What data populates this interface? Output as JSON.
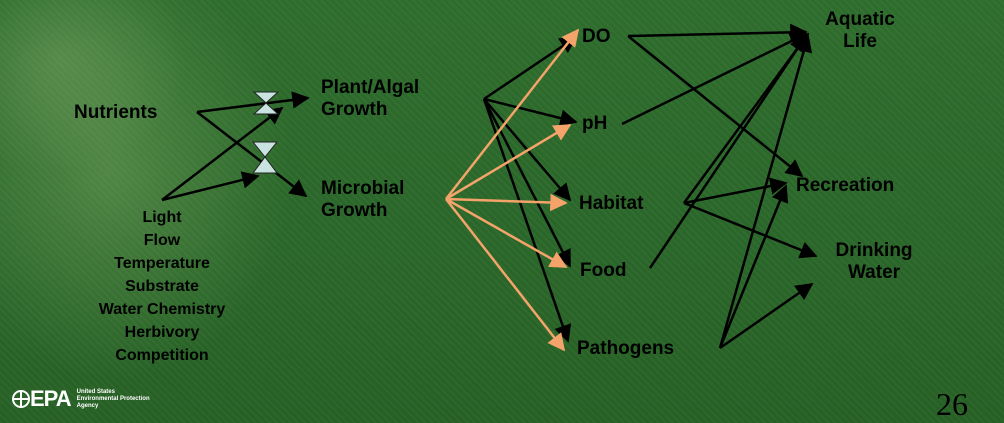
{
  "nodes": {
    "nutrients": "Nutrients",
    "plant_growth": [
      "Plant/Algal",
      "Growth"
    ],
    "microbial_growth": [
      "Microbial",
      "Growth"
    ],
    "do": "DO",
    "ph": "pH",
    "habitat": "Habitat",
    "food": "Food",
    "pathogens": "Pathogens",
    "aquatic_life": [
      "Aquatic",
      "Life"
    ],
    "recreation": "Recreation",
    "drinking_water": [
      "Drinking",
      "Water"
    ]
  },
  "factors": [
    "Light",
    "Flow",
    "Temperature",
    "Substrate",
    "Water Chemistry",
    "Herbivory",
    "Competition"
  ],
  "logo": {
    "mark": "EPA",
    "text": [
      "United States",
      "Environmental Protection",
      "Agency"
    ]
  },
  "page_number": "26",
  "colors": {
    "arrow_black": "#000000",
    "arrow_orange": "#f4a46a",
    "valve_fill": "#c9e3e0"
  }
}
